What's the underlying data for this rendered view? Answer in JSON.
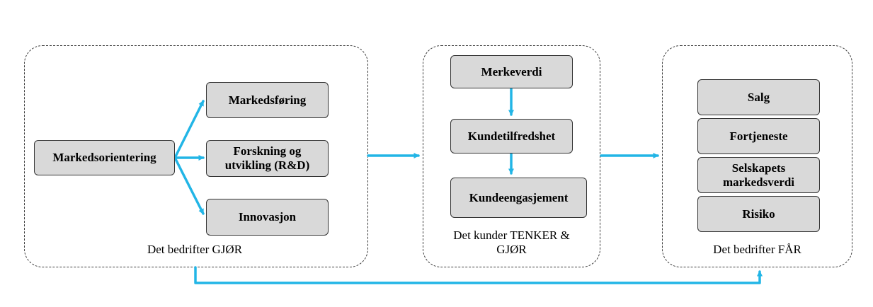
{
  "colors": {
    "arrow": "#22b5e6",
    "box_fill": "#d9d9d9",
    "box_border": "#333333"
  },
  "groups": {
    "does": {
      "caption": "Det bedrifter GJØR",
      "source": "Markedsorientering",
      "targets": [
        "Markedsføring",
        "Forskning og utvikling (R&D)",
        "Innovasjon"
      ]
    },
    "thinks": {
      "caption": "Det kunder TENKER & GJØR",
      "steps": [
        "Merkeverdi",
        "Kundetilfredshet",
        "Kundeengasjement"
      ]
    },
    "gets": {
      "caption": "Det bedrifter FÅR",
      "outcomes": [
        "Salg",
        "Fortjeneste",
        "Selskapets markedsverdi",
        "Risiko"
      ]
    }
  }
}
